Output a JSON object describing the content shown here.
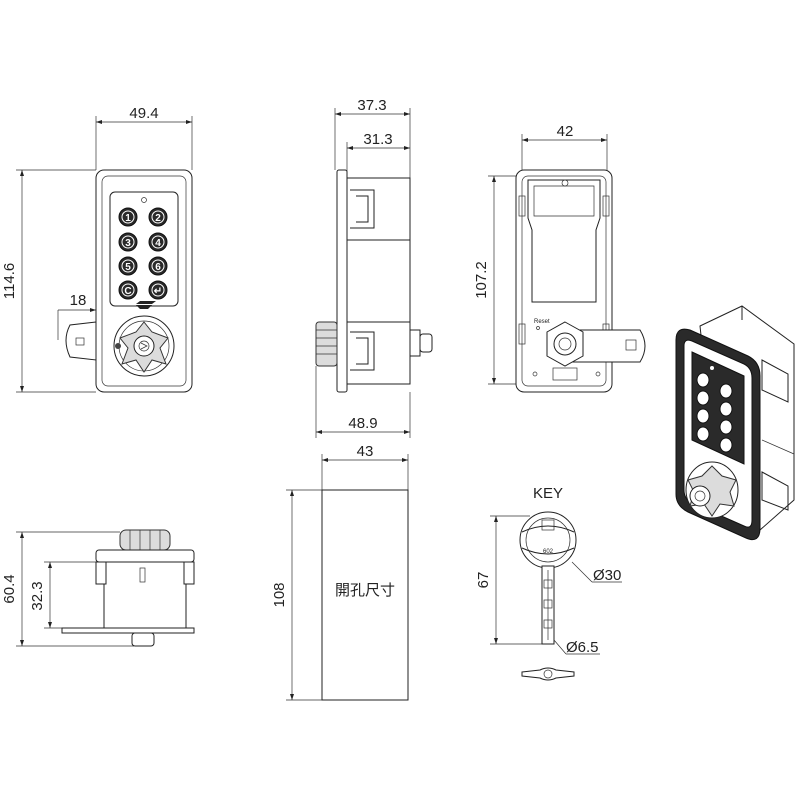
{
  "front_view": {
    "width_dim": "49.4",
    "height_dim": "114.6",
    "lever_dim": "18",
    "keys": [
      "1",
      "2",
      "3",
      "4",
      "5",
      "6",
      "C",
      "↵"
    ]
  },
  "side_view": {
    "outer_dim": "37.3",
    "inner_dim": "31.3",
    "bottom_dim": "48.9"
  },
  "back_view": {
    "width_dim": "42",
    "height_dim": "107.2",
    "reset_label": "Reset"
  },
  "bottom_view": {
    "height_dim": "60.4",
    "depth_dim": "32.3"
  },
  "cutout": {
    "width_dim": "43",
    "height_dim": "108",
    "label": "開孔尺寸"
  },
  "key_view": {
    "title": "KEY",
    "length_dim": "67",
    "head_dim": "Ø30",
    "shaft_dim": "Ø6.5",
    "code": "602"
  }
}
